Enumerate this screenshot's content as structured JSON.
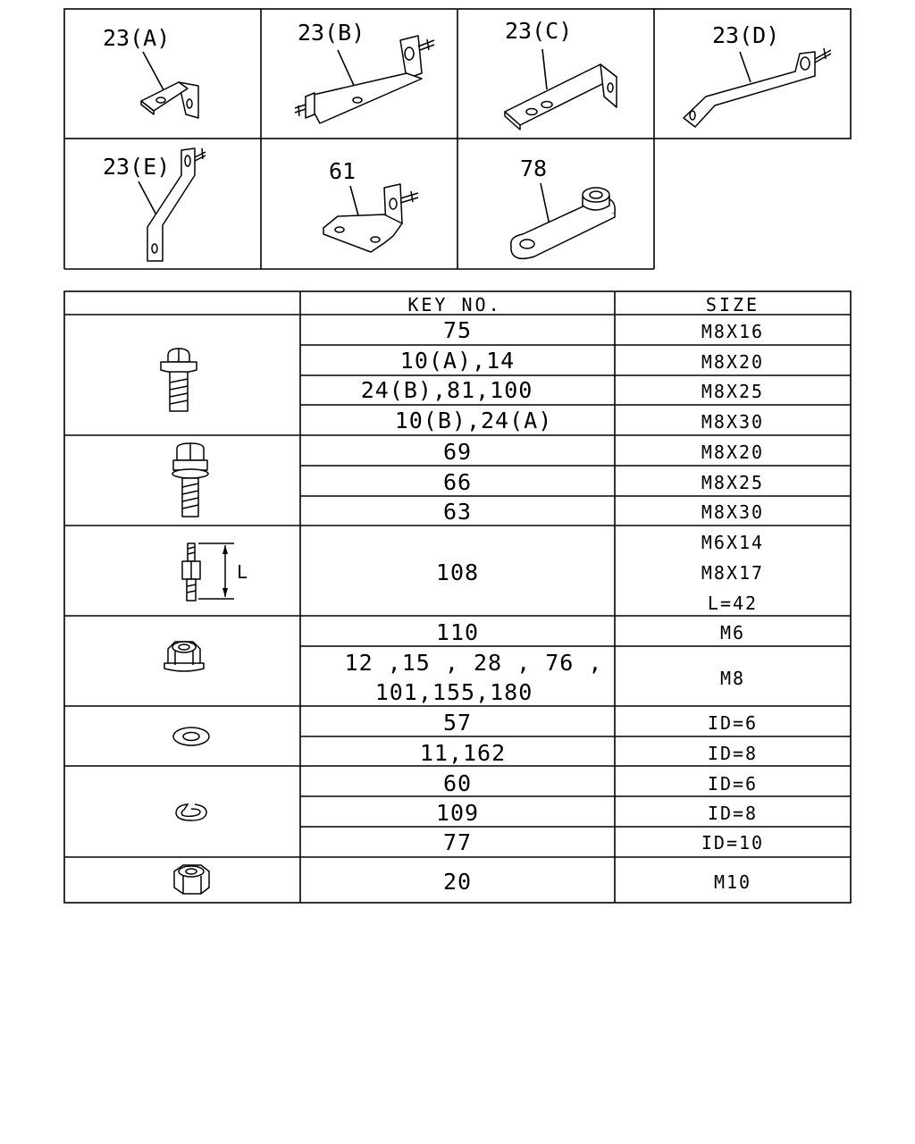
{
  "brackets": [
    {
      "label": "23(A)",
      "icon": "bracket-a"
    },
    {
      "label": "23(B)",
      "icon": "bracket-b"
    },
    {
      "label": "23(C)",
      "icon": "bracket-c"
    },
    {
      "label": "23(D)",
      "icon": "bracket-d"
    },
    {
      "label": "23(E)",
      "icon": "bracket-e"
    },
    {
      "label": "61",
      "icon": "bracket-61"
    },
    {
      "label": "78",
      "icon": "bracket-78"
    }
  ],
  "table": {
    "header": {
      "key_no": "KEY NO.",
      "size": "SIZE"
    },
    "groups": [
      {
        "icon": "flange-bolt-icon",
        "rows": [
          {
            "key": "75",
            "size": "M8X16"
          },
          {
            "key": "10(A),14",
            "size": "M8X20"
          },
          {
            "key": "24(B),81,100",
            "size": "M8X25"
          },
          {
            "key": "10(B),24(A)",
            "size": "M8X30"
          }
        ]
      },
      {
        "icon": "washer-bolt-icon",
        "rows": [
          {
            "key": "69",
            "size": "M8X20"
          },
          {
            "key": "66",
            "size": "M8X25"
          },
          {
            "key": "63",
            "size": "M8X30"
          }
        ]
      },
      {
        "icon": "stud-bolt-icon",
        "dimension_label": "L",
        "rows": [
          {
            "key": "108",
            "size_lines": [
              "M6X14",
              "M8X17",
              "L=42"
            ]
          }
        ]
      },
      {
        "icon": "flange-nut-icon",
        "rows": [
          {
            "key": "110",
            "size": "M6"
          },
          {
            "key_lines": [
              "12 ,15 , 28 , 76 ,",
              "101,155,180"
            ],
            "size": "M8"
          }
        ]
      },
      {
        "icon": "flat-washer-icon",
        "rows": [
          {
            "key": "57",
            "size": "ID=6"
          },
          {
            "key": "11,162",
            "size": "ID=8"
          }
        ]
      },
      {
        "icon": "spring-washer-icon",
        "rows": [
          {
            "key": "60",
            "size": "ID=6"
          },
          {
            "key": "109",
            "size": "ID=8"
          },
          {
            "key": "77",
            "size": "ID=10"
          }
        ]
      },
      {
        "icon": "hex-nut-icon",
        "rows": [
          {
            "key": "20",
            "size": "M10"
          }
        ]
      }
    ]
  }
}
